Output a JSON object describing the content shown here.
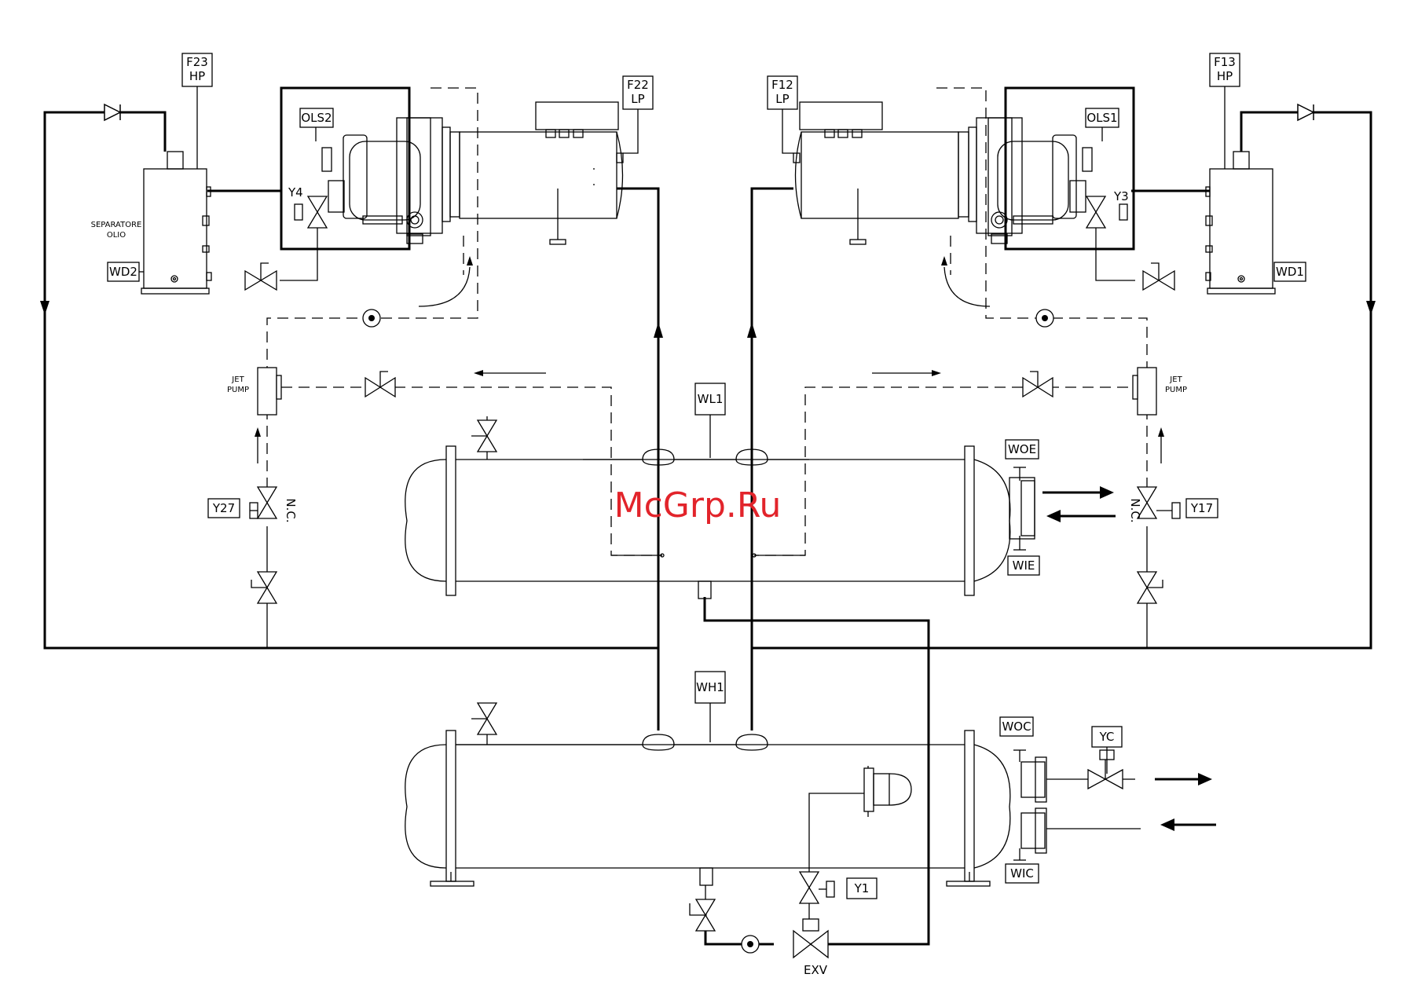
{
  "watermark": "McGrp.Ru",
  "labels": {
    "f23": "F23",
    "f23_sub": "HP",
    "f22": "F22",
    "f22_sub": "LP",
    "f12": "F12",
    "f12_sub": "LP",
    "f13": "F13",
    "f13_sub": "HP",
    "ols2": "OLS2",
    "ols1": "OLS1",
    "y4": "Y4",
    "y3": "Y3",
    "wd2": "WD2",
    "wd1": "WD1",
    "sep1": "SEPARATORE",
    "sep2": "OLIO",
    "jet1": "JET",
    "jet2": "PUMP",
    "wl1": "WL1",
    "woe": "WOE",
    "wie": "WIE",
    "y27": "Y27",
    "y17": "Y17",
    "nc": "N.C.",
    "wh1": "WH1",
    "woc": "WOC",
    "wic": "WIC",
    "yc": "YC",
    "y1": "Y1",
    "exv": "EXV"
  },
  "colors": {
    "line": "#000000",
    "watermark": "#e2242b"
  }
}
